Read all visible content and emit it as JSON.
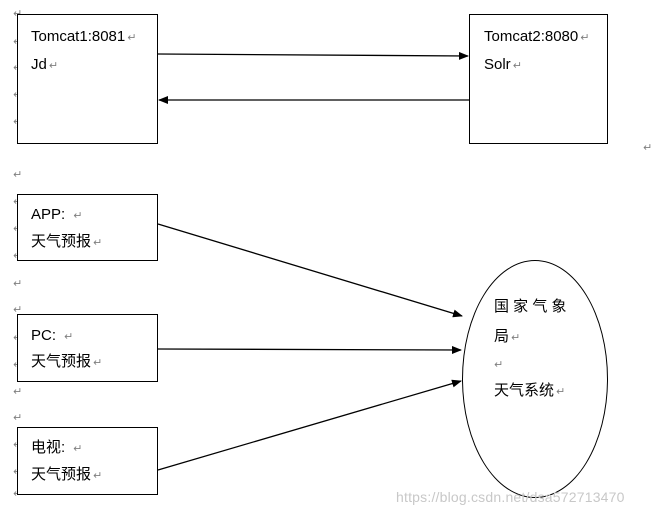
{
  "servers": {
    "tomcat1": {
      "title": "Tomcat1:8081",
      "app": "Jd"
    },
    "tomcat2": {
      "title": "Tomcat2:8080",
      "app": "Solr"
    }
  },
  "clients": {
    "app": {
      "name": "APP:",
      "service": "天气预报"
    },
    "pc": {
      "name": "PC:",
      "service": "天气预报"
    },
    "tv": {
      "name": "电视:",
      "service": "天气预报"
    }
  },
  "bureau": {
    "line1": "国 家 气 象",
    "line2": "局",
    "line3": "天气系统"
  },
  "paragraph_mark": "↵",
  "watermark": "https://blog.csdn.net/dsa572713470"
}
